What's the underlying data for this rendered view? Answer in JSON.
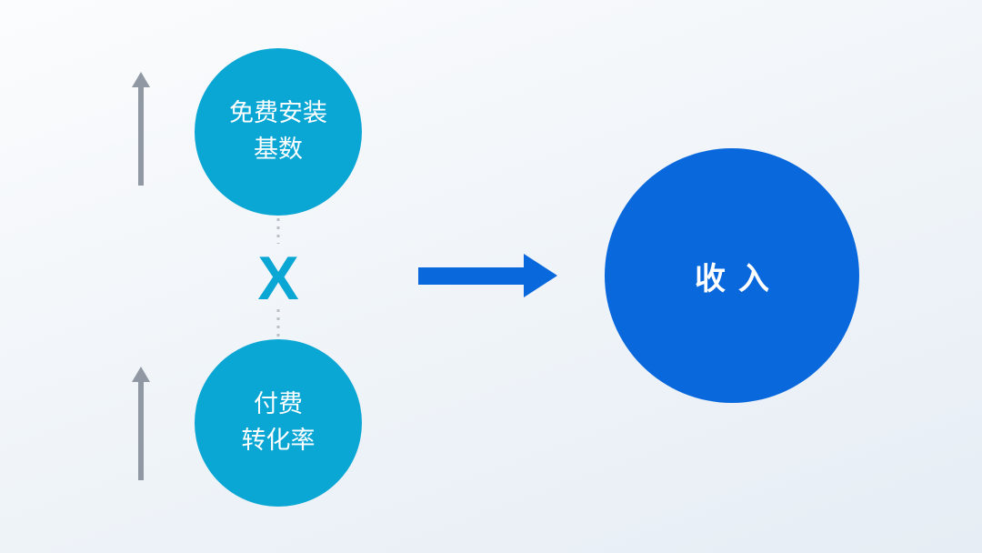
{
  "factor_top": {
    "line1": "免费安装",
    "line2": "基数"
  },
  "operator": "X",
  "factor_bottom": {
    "line1": "付费",
    "line2": "转化率"
  },
  "result": "收入",
  "colors": {
    "factor": "#0aa6d4",
    "result": "#0a68dd",
    "up_arrow": "#9099a3"
  }
}
